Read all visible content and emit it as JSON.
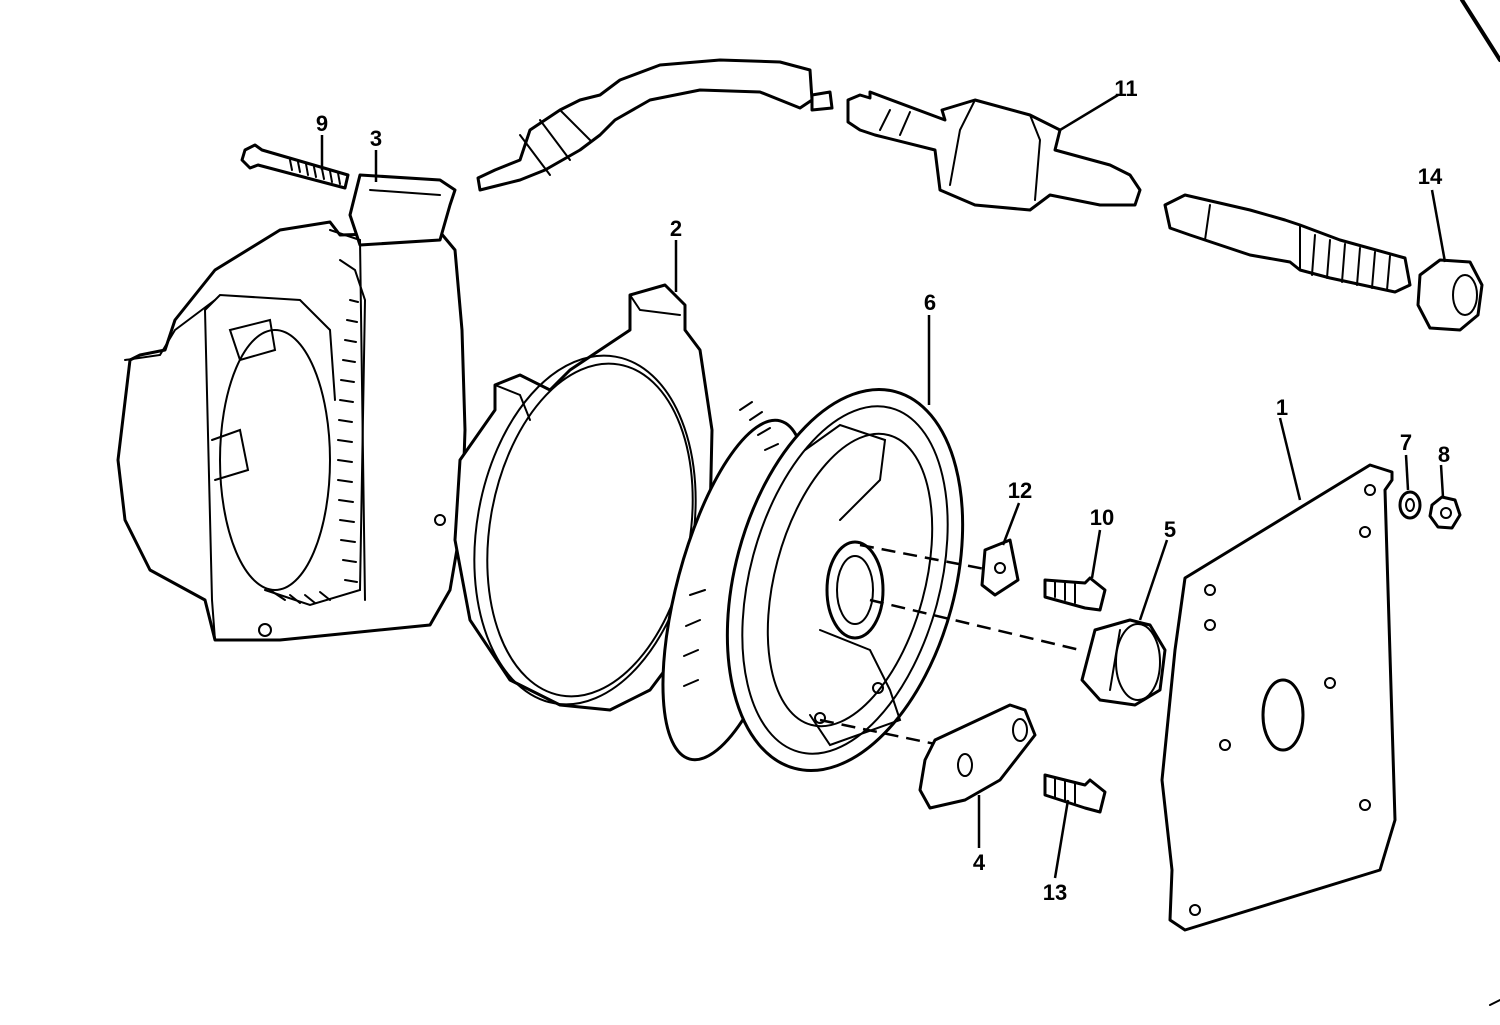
{
  "diagram": {
    "parts": [
      {
        "key": "1",
        "label": "1"
      },
      {
        "key": "2",
        "label": "2"
      },
      {
        "key": "3",
        "label": "3"
      },
      {
        "key": "4",
        "label": "4"
      },
      {
        "key": "5",
        "label": "5"
      },
      {
        "key": "6",
        "label": "6"
      },
      {
        "key": "7",
        "label": "7"
      },
      {
        "key": "8",
        "label": "8"
      },
      {
        "key": "9",
        "label": "9"
      },
      {
        "key": "10",
        "label": "10"
      },
      {
        "key": "11",
        "label": "11"
      },
      {
        "key": "12",
        "label": "12"
      },
      {
        "key": "13",
        "label": "13"
      },
      {
        "key": "14",
        "label": "14"
      }
    ],
    "colors": {
      "line": "#000000",
      "background": "#ffffff"
    }
  }
}
